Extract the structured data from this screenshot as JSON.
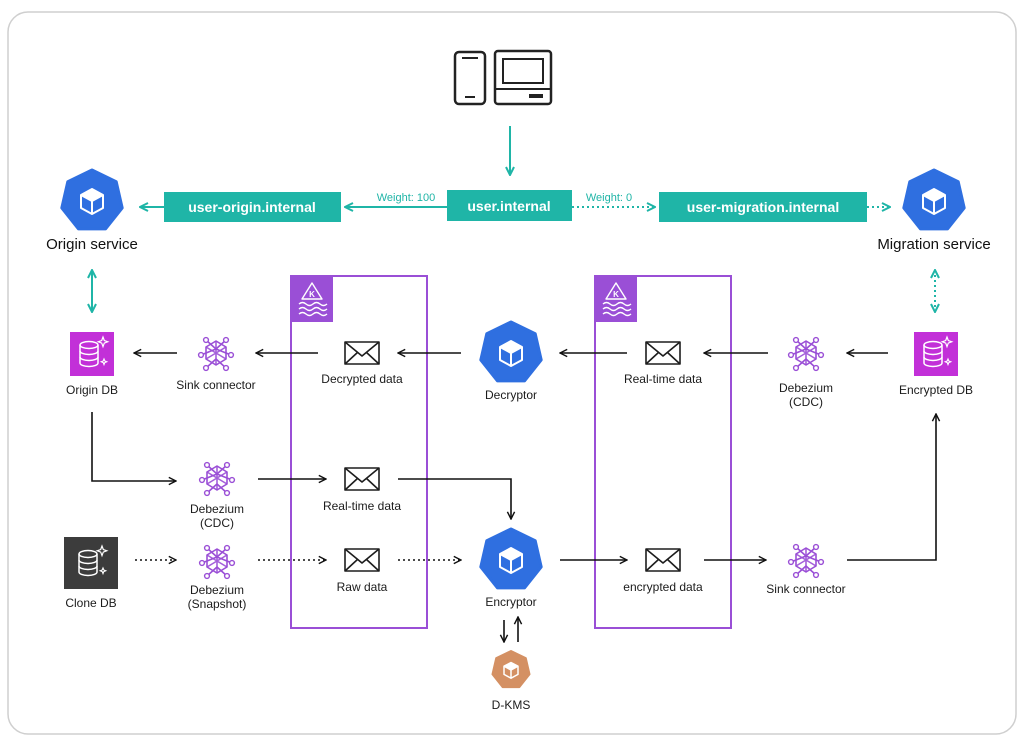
{
  "routing": {
    "central": "user.internal",
    "left": "user-origin.internal",
    "right": "user-migration.internal",
    "weight_left": "Weight: 100",
    "weight_right": "Weight: 0"
  },
  "services": {
    "origin": "Origin service",
    "migration": "Migration service",
    "decryptor": "Decryptor",
    "encryptor": "Encryptor",
    "dkms": "D-KMS"
  },
  "databases": {
    "origin": "Origin DB",
    "encrypted": "Encrypted DB",
    "clone": "Clone DB"
  },
  "connectors": {
    "sink_left": "Sink connector",
    "debezium_cdc_left": [
      "Debezium",
      "(CDC)"
    ],
    "debezium_snapshot": [
      "Debezium",
      "(Snapshot)"
    ],
    "debezium_cdc_right": [
      "Debezium",
      "(CDC)"
    ],
    "sink_right": "Sink connector"
  },
  "topics_left": {
    "decrypted": "Decrypted data",
    "realtime": "Real-time data",
    "raw": "Raw data"
  },
  "topics_right": {
    "realtime": "Real-time data",
    "encrypted": "encrypted data"
  },
  "colors": {
    "teal": "#1fb5a7",
    "blue": "#2f6fe0",
    "purple": "#9a4fd6",
    "magenta": "#c230d8",
    "dark": "#3c3c3c",
    "orange": "#d49063",
    "frame": "#cfcfcf"
  },
  "icons": [
    "phone-icon",
    "desktop-icon",
    "kubernetes-hexagon-icon",
    "database-icon",
    "kafka-connect-icon",
    "envelope-icon",
    "kafka-icon"
  ]
}
